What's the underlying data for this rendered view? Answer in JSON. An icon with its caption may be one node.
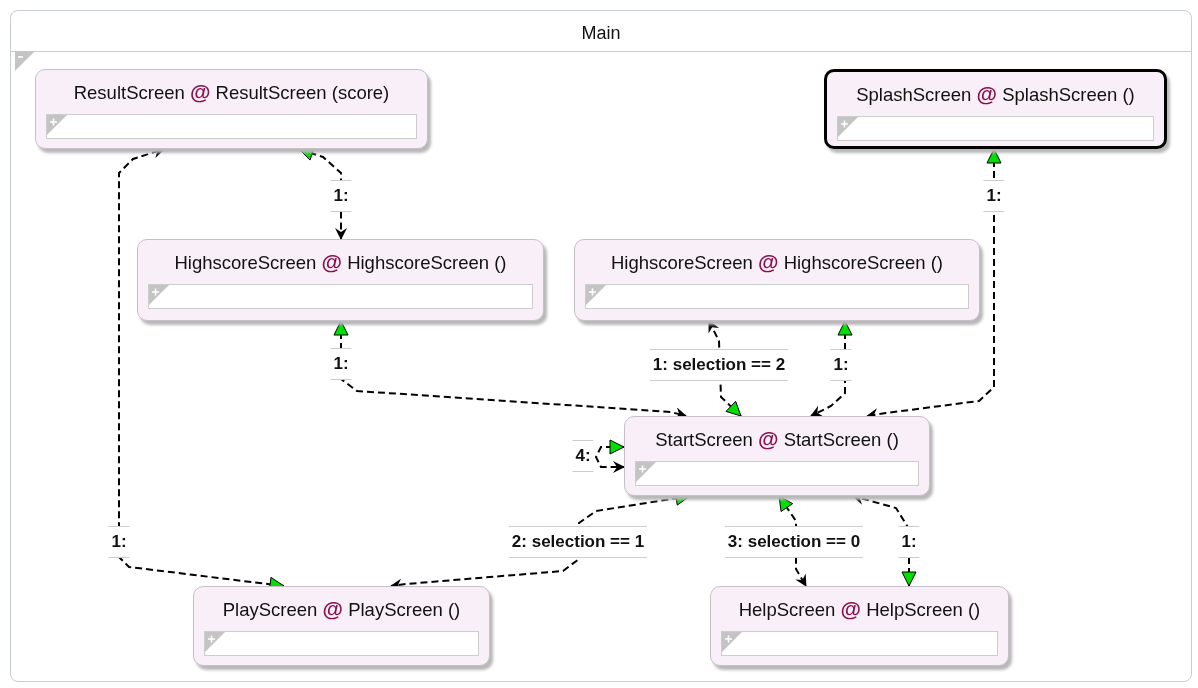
{
  "diagram": {
    "nodes": [
      {
        "text": [
          "Main"
        ]
      },
      {
        "text": [
          "ResultScreen **@** ResultScreen (score)"
        ],
        "in": 0
      },
      {
        "text": [
          "SplashScreen **@** SplashScreen ()"
        ],
        "in": 0
      },
      {
        "text": [
          "HighscoreScreen **@** HighscoreScreen ()"
        ],
        "in": 0
      },
      {
        "text": [
          "HighscoreScreen **@** HighscoreScreen ()"
        ],
        "in": 0
      },
      {
        "text": [
          "StartScreen **@** StartScreen ()"
        ],
        "in": 0
      },
      {
        "text": [
          "PlayScreen **@** PlayScreen ()"
        ],
        "in": 0
      },
      {
        "text": [
          "HelpScreen **@** HelpScreen ()"
        ],
        "in": 0
      }
    ],
    "edges": [
      {
        "from": 1,
        "to": 3,
        "arrow": "both",
        "label": "1:",
        "style": "dashed"
      },
      {
        "from": 3,
        "to": 5,
        "arrow": "both",
        "label": "1:",
        "style": "dashed"
      },
      {
        "from": 6,
        "to": 1,
        "arrow": "both",
        "label": "1:",
        "style": "dashed"
      },
      {
        "from": 5,
        "to": 4,
        "arrow": "both",
        "label": "1: selection == 2",
        "style": "dashed"
      },
      {
        "from": 4,
        "to": 5,
        "arrow": "both",
        "label": "1:",
        "style": "dashed"
      },
      {
        "from": 2,
        "to": 5,
        "arrow": "both",
        "label": "1:",
        "style": "dashed"
      },
      {
        "from": 5,
        "to": 5,
        "arrow": "both",
        "label": "4:",
        "style": "dashed"
      },
      {
        "from": 5,
        "to": 6,
        "arrow": "both",
        "label": "2: selection == 1",
        "style": "dashed"
      },
      {
        "from": 5,
        "to": 7,
        "arrow": "both",
        "label": "3: selection == 0",
        "style": "dashed"
      },
      {
        "from": 7,
        "to": 5,
        "arrow": "both",
        "label": "1:",
        "style": "dashed"
      }
    ]
  }
}
